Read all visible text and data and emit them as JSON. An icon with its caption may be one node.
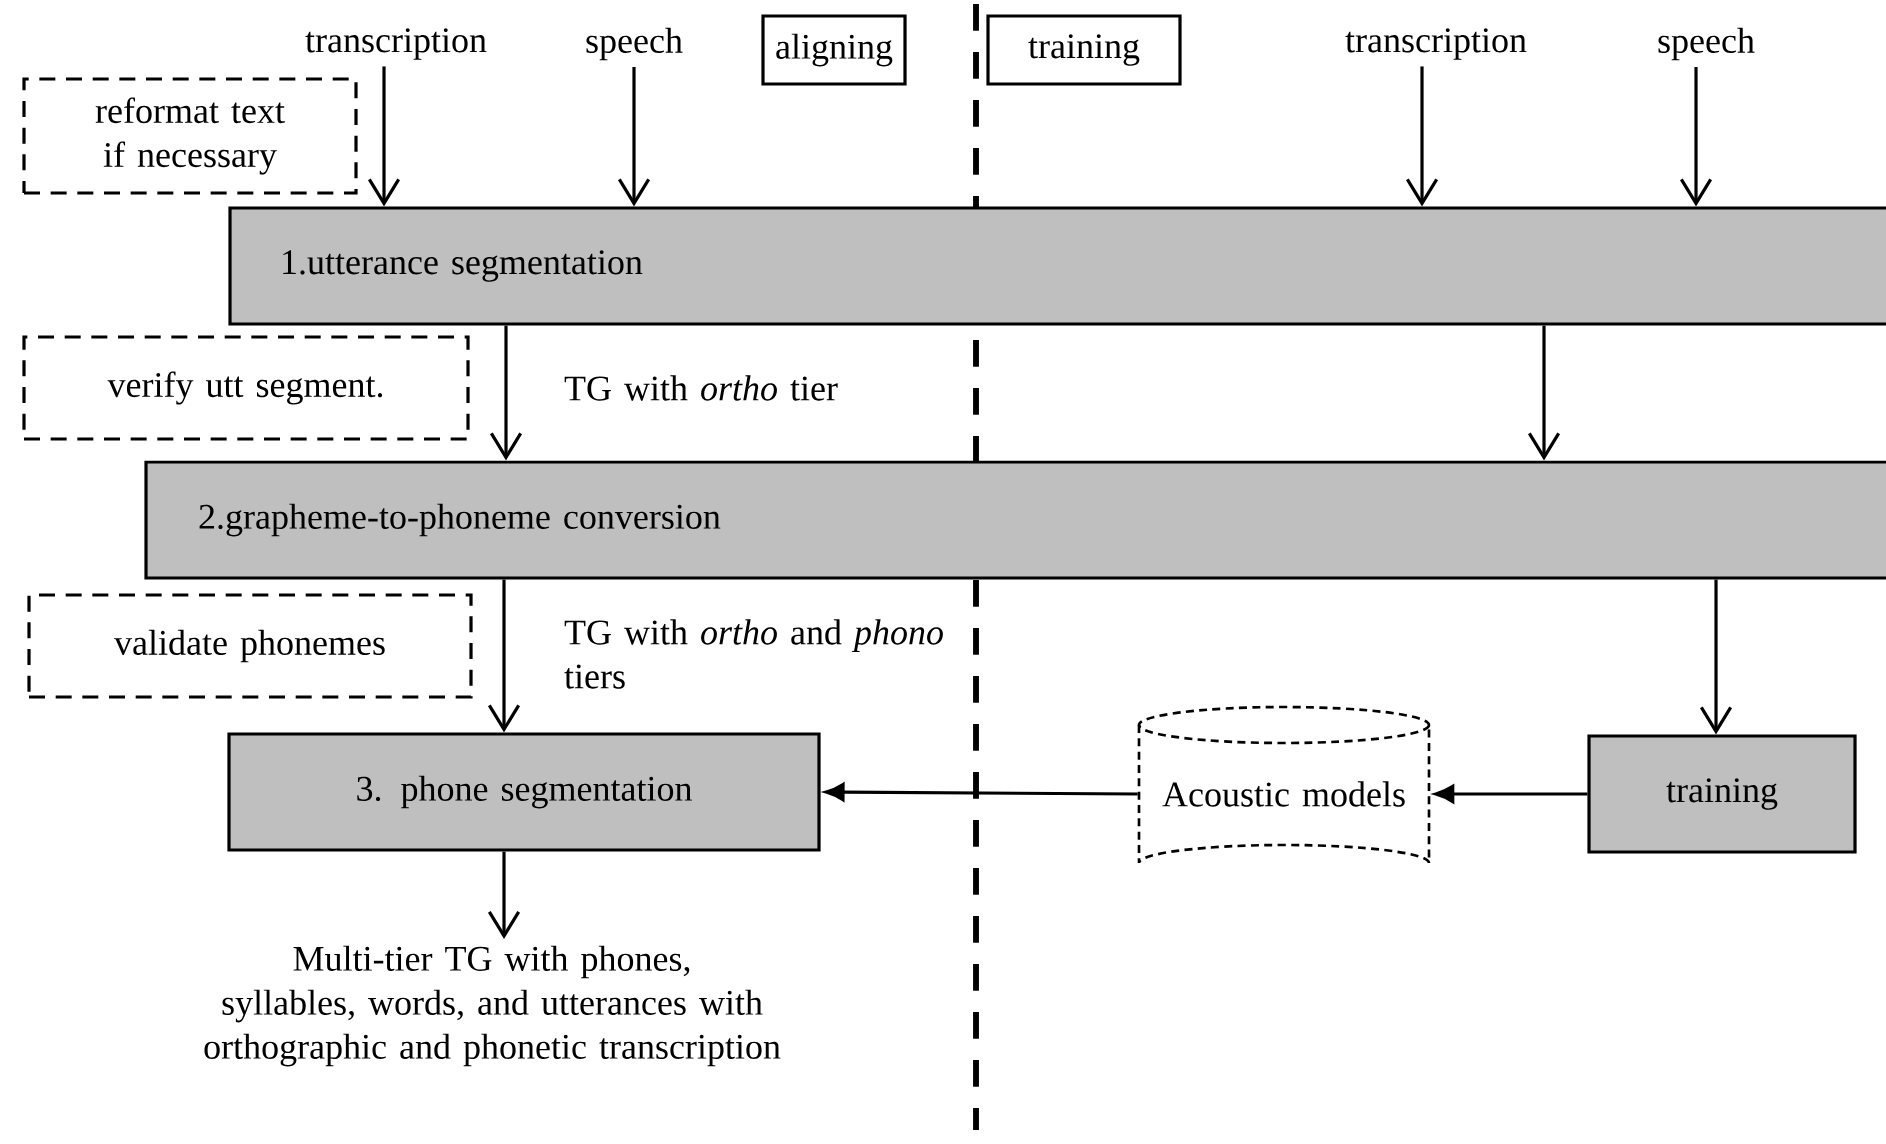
{
  "diagram": {
    "nodes": [
      {
        "text": [
          "transcription"
        ]
      },
      {
        "text": [
          "speech"
        ]
      },
      {
        "text": [
          "aligning"
        ]
      },
      {
        "text": [
          "training"
        ]
      },
      {
        "text": [
          "transcription"
        ]
      },
      {
        "text": [
          "speech"
        ]
      },
      {
        "text": [
          "reformat text if necessary"
        ]
      },
      {
        "text": [
          "1.utterance segmentation"
        ]
      },
      {
        "text": [
          "verify utt segment."
        ]
      },
      {
        "text": [
          "2.grapheme-to-phoneme conversion"
        ]
      },
      {
        "text": [
          "validate phonemes"
        ]
      },
      {
        "text": [
          "3. phone segmentation"
        ]
      },
      {
        "text": [
          "Acoustic models"
        ]
      },
      {
        "text": [
          "training"
        ]
      },
      {
        "text": [
          "Multi-tier TG with phones, syllables, words, and utterances with orthographic and phonetic transcription"
        ]
      }
    ],
    "edges": [
      {
        "from": 0,
        "to": 7,
        "arrow": "to"
      },
      {
        "from": 1,
        "to": 7,
        "arrow": "to"
      },
      {
        "from": 4,
        "to": 7,
        "arrow": "to"
      },
      {
        "from": 5,
        "to": 7,
        "arrow": "to"
      },
      {
        "from": 7,
        "to": 9,
        "arrow": "to",
        "label": "TG with *ortho* tier"
      },
      {
        "from": 7,
        "to": 9,
        "arrow": "to"
      },
      {
        "from": 9,
        "to": 11,
        "arrow": "to",
        "label": "TG with *ortho* and *phono* tiers"
      },
      {
        "from": 9,
        "to": 13,
        "arrow": "to"
      },
      {
        "from": 13,
        "to": 12,
        "arrow": "to"
      },
      {
        "from": 12,
        "to": 11,
        "arrow": "to"
      },
      {
        "from": 11,
        "to": 14,
        "arrow": "to"
      }
    ]
  }
}
